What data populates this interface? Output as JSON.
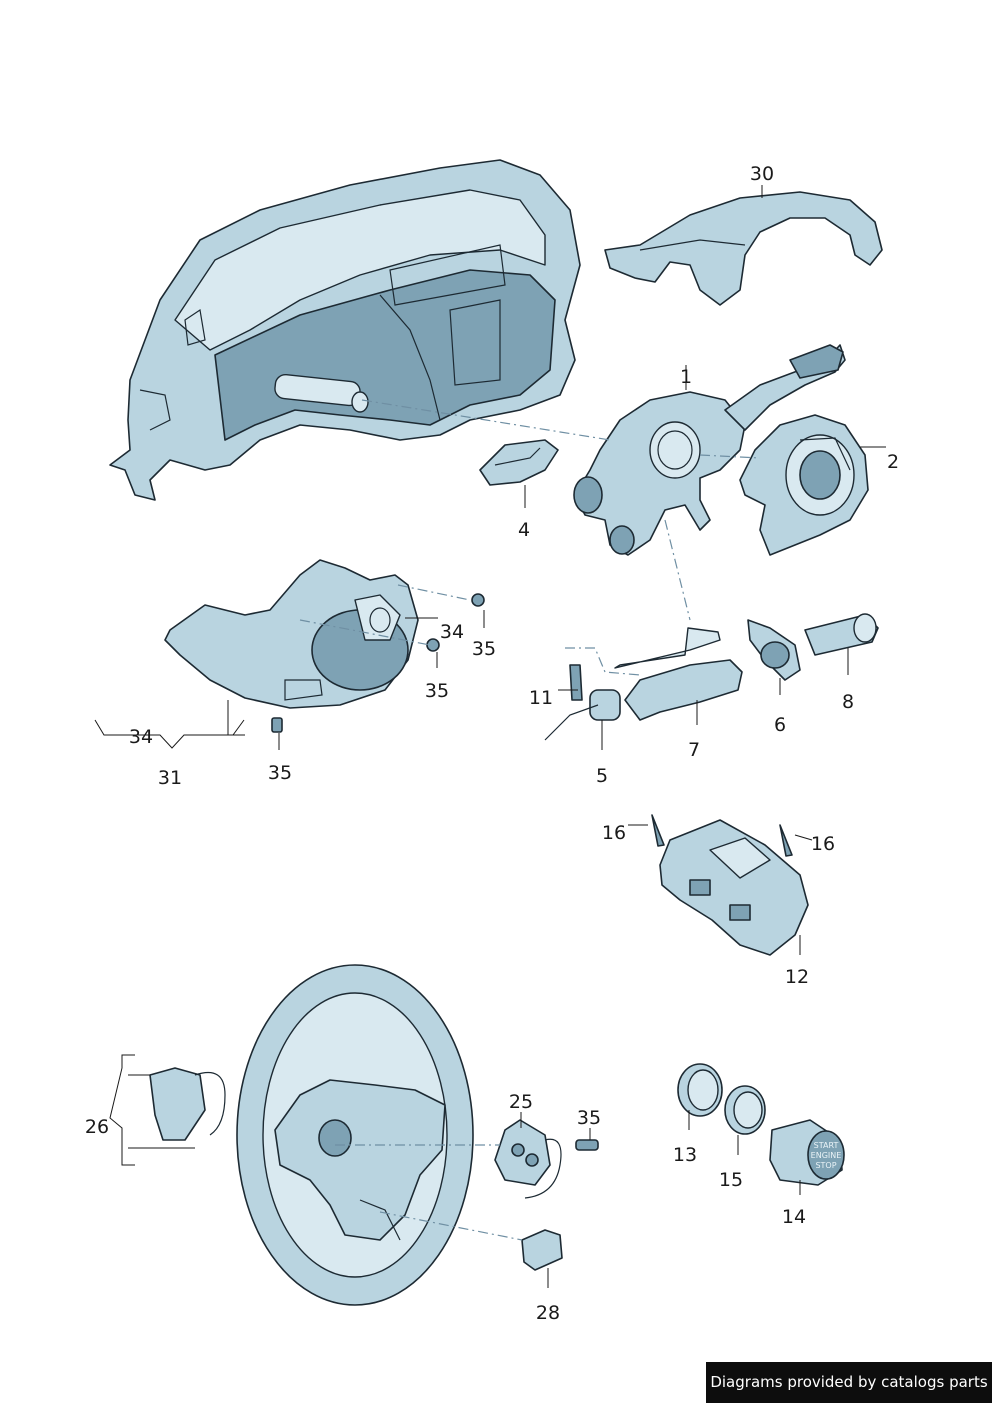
{
  "labels": {
    "l1": "1",
    "l2": "2",
    "l4": "4",
    "l5": "5",
    "l6": "6",
    "l7": "7",
    "l8": "8",
    "l11": "11",
    "l12": "12",
    "l13": "13",
    "l14": "14",
    "l15": "15",
    "l16a": "16",
    "l16b": "16",
    "l25": "25",
    "l26": "26",
    "l28": "28",
    "l30": "30",
    "l31": "31",
    "l34a": "34",
    "l34b": "34",
    "l35a": "35",
    "l35b": "35",
    "l35c": "35",
    "l35d": "35"
  },
  "button_text": {
    "line1": "START",
    "line2": "ENGINE",
    "line3": "STOP"
  },
  "footer": {
    "credit": "Diagrams provided by catalogs parts"
  },
  "colors": {
    "part_fill": "#b9d4e0",
    "part_dark": "#7ea2b4",
    "outline": "#1d2a33",
    "credit_bg": "#0d0d0d"
  }
}
